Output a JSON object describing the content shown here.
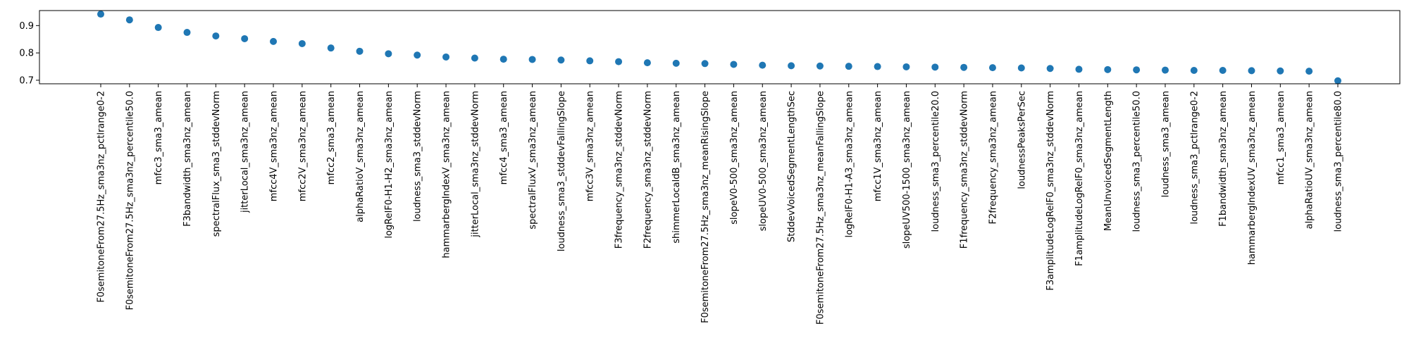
{
  "chart_data": {
    "type": "scatter",
    "title": "",
    "xlabel": "",
    "ylabel": "",
    "ylim": [
      0.687,
      0.955
    ],
    "yticks": [
      0.7,
      0.8,
      0.9
    ],
    "ytick_labels": [
      "0.7",
      "0.8",
      "0.9"
    ],
    "grid": false,
    "legend": "none",
    "marker_color": "#1f77b4",
    "categories": [
      "F0semitoneFrom27.5Hz_sma3nz_pctlrange0-2",
      "F0semitoneFrom27.5Hz_sma3nz_percentile50.0",
      "mfcc3_sma3_amean",
      "F3bandwidth_sma3nz_amean",
      "spectralFlux_sma3_stddevNorm",
      "jitterLocal_sma3nz_amean",
      "mfcc4V_sma3nz_amean",
      "mfcc2V_sma3nz_amean",
      "mfcc2_sma3_amean",
      "alphaRatioV_sma3nz_amean",
      "logRelF0-H1-H2_sma3nz_amean",
      "loudness_sma3_stddevNorm",
      "hammarbergIndexV_sma3nz_amean",
      "jitterLocal_sma3nz_stddevNorm",
      "mfcc4_sma3_amean",
      "spectralFluxV_sma3nz_amean",
      "loudness_sma3_stddevFallingSlope",
      "mfcc3V_sma3nz_amean",
      "F3frequency_sma3nz_stddevNorm",
      "F2frequency_sma3nz_stddevNorm",
      "shimmerLocaldB_sma3nz_amean",
      "F0semitoneFrom27.5Hz_sma3nz_meanRisingSlope",
      "slopeV0-500_sma3nz_amean",
      "slopeUV0-500_sma3nz_amean",
      "StddevVoicedSegmentLengthSec",
      "F0semitoneFrom27.5Hz_sma3nz_meanFallingSlope",
      "logRelF0-H1-A3_sma3nz_amean",
      "mfcc1V_sma3nz_amean",
      "slopeUV500-1500_sma3nz_amean",
      "loudness_sma3_percentile20.0",
      "F1frequency_sma3nz_stddevNorm",
      "F2frequency_sma3nz_amean",
      "loudnessPeaksPerSec",
      "F3amplitudeLogRelF0_sma3nz_stddevNorm",
      "F1amplitudeLogRelF0_sma3nz_amean",
      "MeanUnvoicedSegmentLength",
      "loudness_sma3_percentile50.0",
      "loudness_sma3_amean",
      "loudness_sma3_pctlrange0-2",
      "F1bandwidth_sma3nz_amean",
      "hammarbergIndexUV_sma3nz_amean",
      "mfcc1_sma3_amean",
      "alphaRatioUV_sma3nz_amean",
      "loudness_sma3_percentile80.0"
    ],
    "values": [
      0.942,
      0.921,
      0.893,
      0.875,
      0.862,
      0.852,
      0.842,
      0.834,
      0.818,
      0.806,
      0.797,
      0.792,
      0.785,
      0.781,
      0.777,
      0.776,
      0.774,
      0.771,
      0.768,
      0.764,
      0.762,
      0.761,
      0.758,
      0.755,
      0.753,
      0.752,
      0.751,
      0.75,
      0.749,
      0.748,
      0.747,
      0.746,
      0.745,
      0.743,
      0.74,
      0.739,
      0.738,
      0.737,
      0.736,
      0.736,
      0.735,
      0.734,
      0.733,
      0.698
    ]
  }
}
